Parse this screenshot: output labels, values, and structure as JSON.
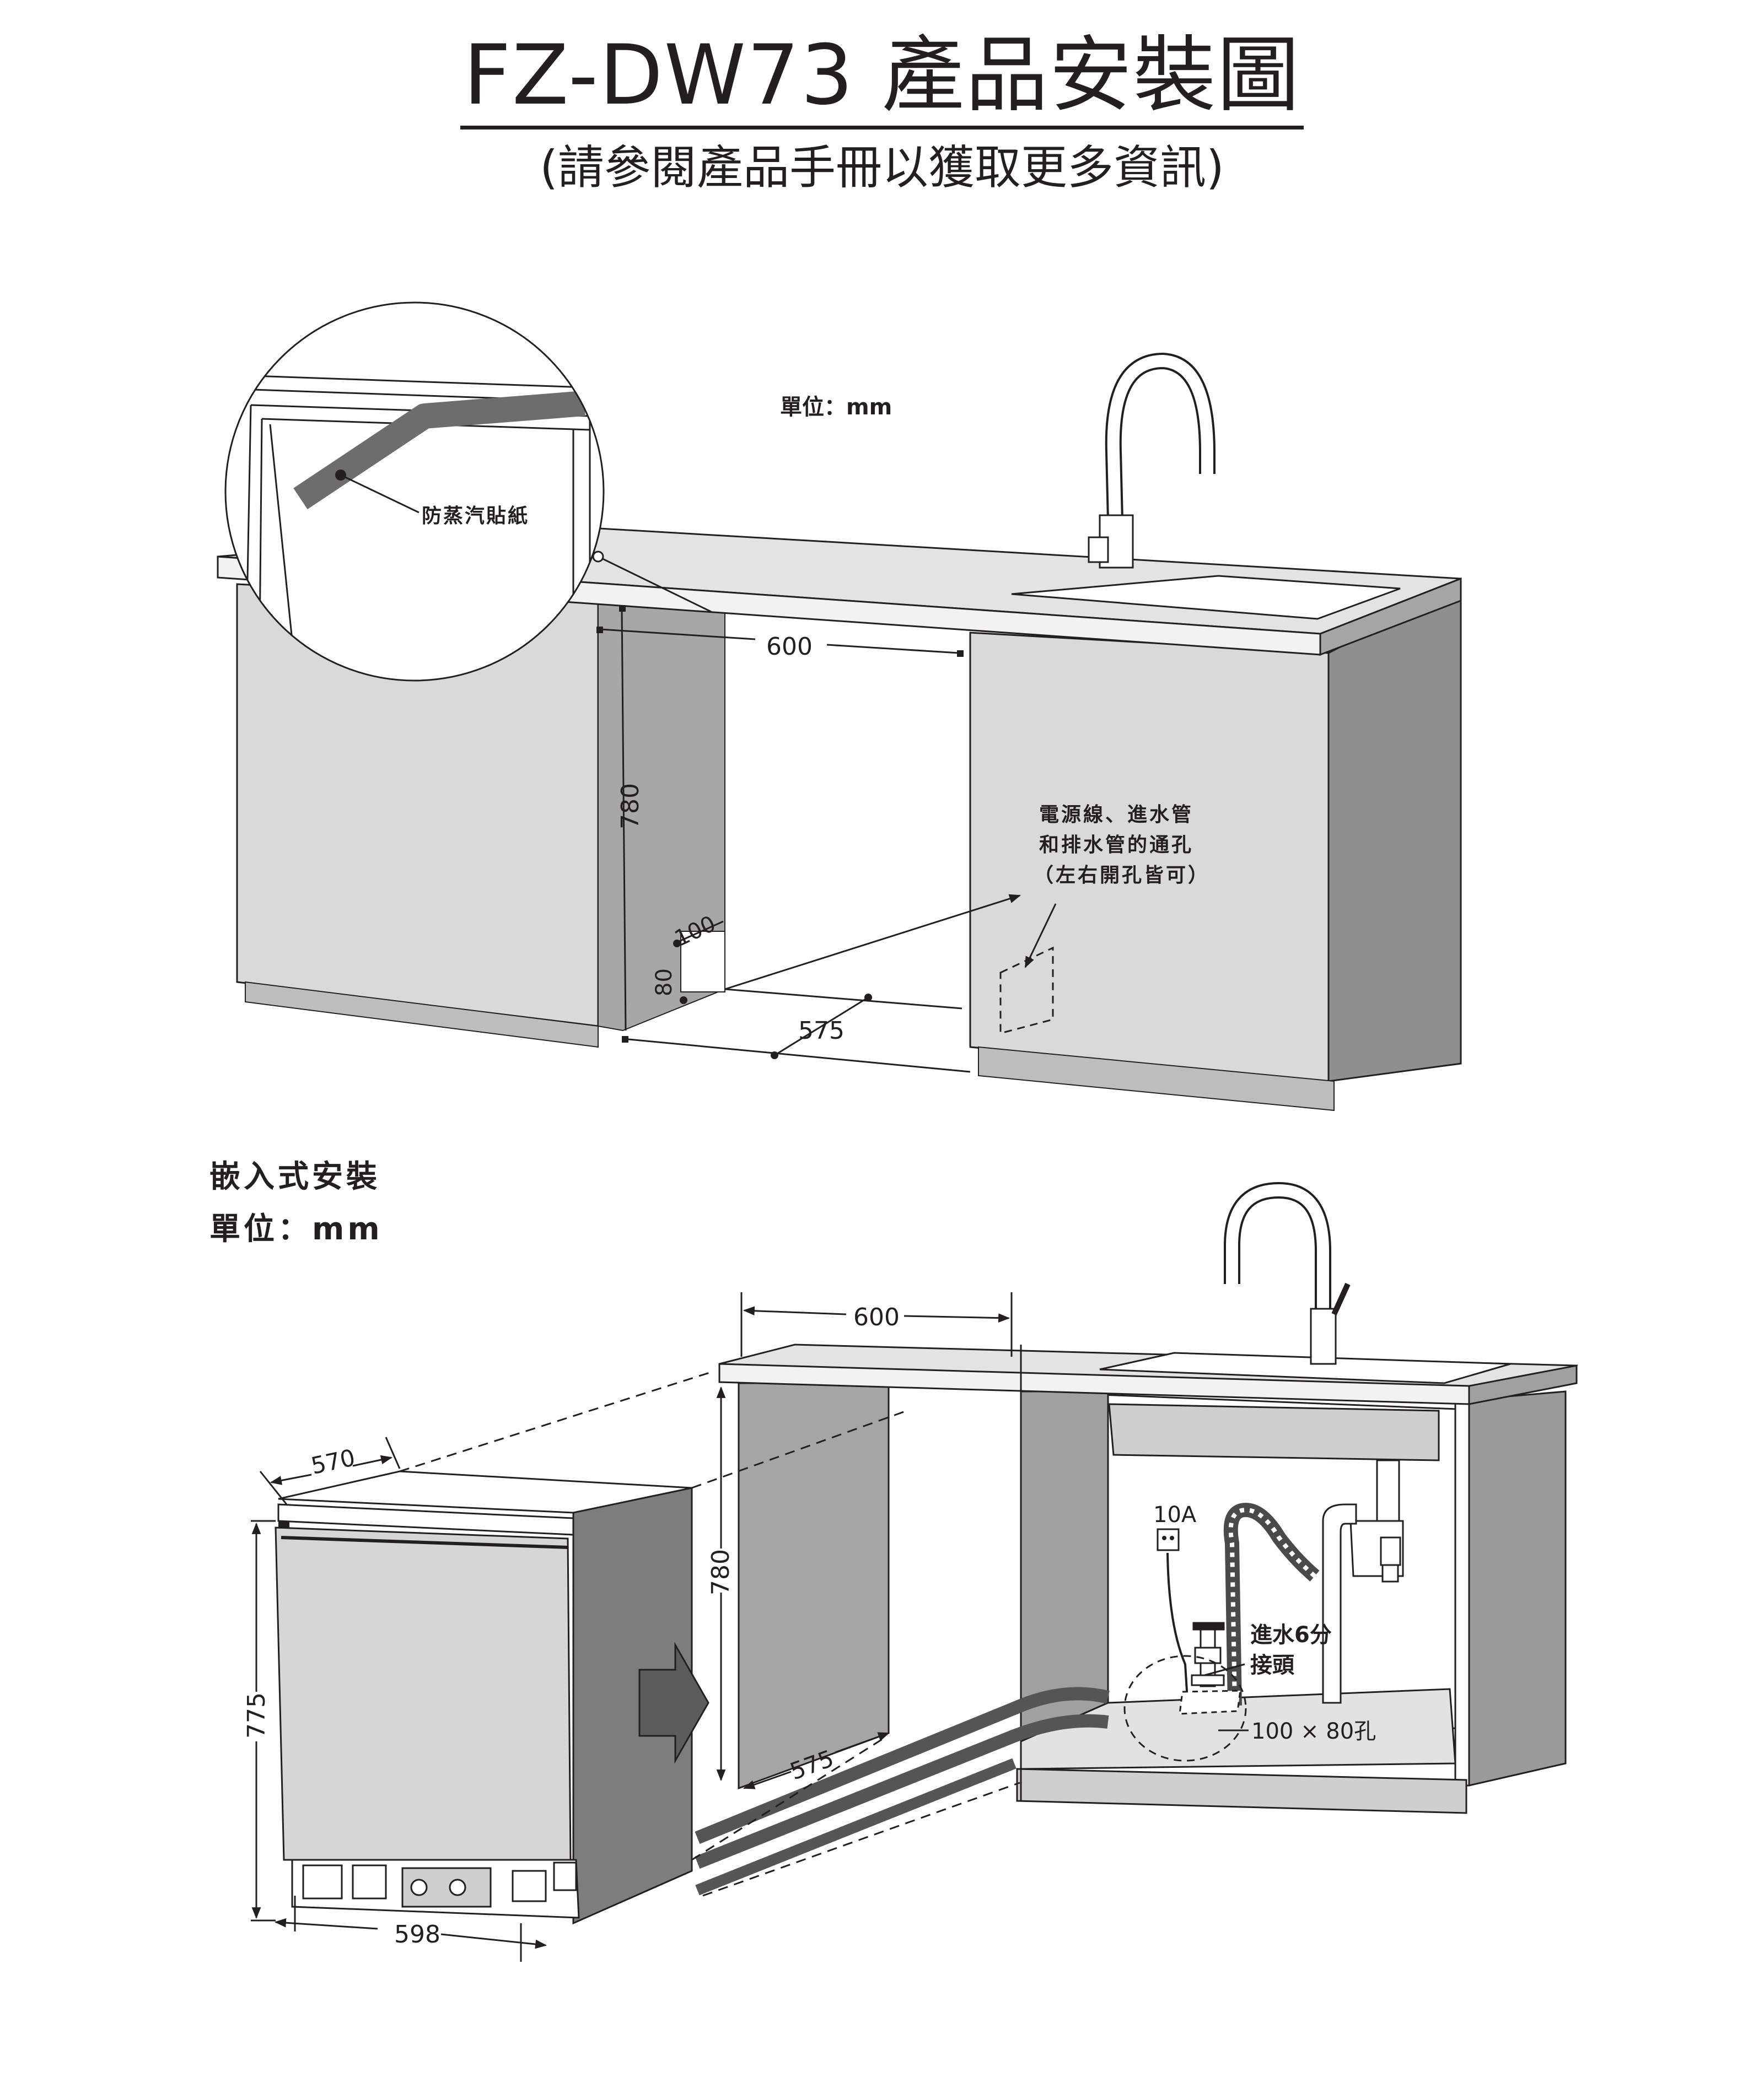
{
  "title": "FZ-DW73 產品安裝圖",
  "subtitle": "(請參閱產品手冊以獲取更多資訊)",
  "top_diagram": {
    "unit_label": "單位：mm",
    "callout_label": "防蒸汽貼紙",
    "width_dim": "600",
    "height_dim": "780",
    "depth_dim": "575",
    "hole_width_dim": "100",
    "hole_height_dim": "80",
    "note_line1": "電源線、進水管",
    "note_line2": "和排水管的通孔",
    "note_line3": "（左右開孔皆可）"
  },
  "section_title": "嵌入式安裝",
  "section_unit": "單位：mm",
  "bottom_diagram": {
    "cabinet_width_dim": "600",
    "cabinet_height_dim": "780",
    "cabinet_depth_dim": "575",
    "appliance_depth_dim": "570",
    "appliance_height_dim": "775",
    "appliance_width_dim": "598",
    "socket_label": "10A",
    "inlet_label_line1": "進水6分",
    "inlet_label_line2": "接頭",
    "hole_label": "100 × 80孔"
  }
}
